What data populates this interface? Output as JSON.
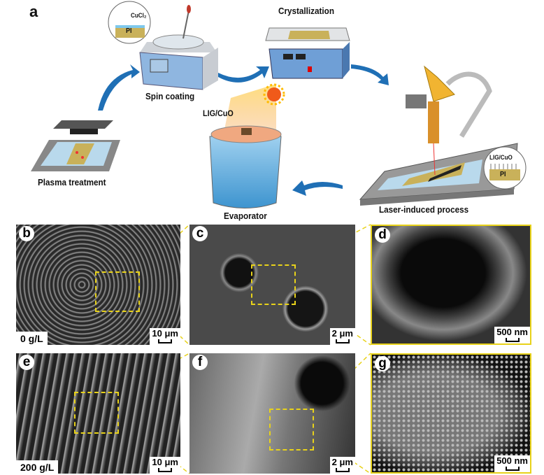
{
  "panel_a": {
    "letter": "a",
    "steps": {
      "plasma": "Plasma treatment",
      "spin": "Spin coating",
      "crystal": "Crystallization",
      "laser": "Laser-induced process",
      "evap": "Evaporator"
    },
    "inset_spin": {
      "top": "CuCl₂",
      "bottom": "PI"
    },
    "inset_laser": {
      "top": "LIG/CuO",
      "bottom": "PI"
    },
    "evap_label": "LIG/CuO"
  },
  "sem_panels": [
    {
      "letter": "b",
      "scale": "10 μm",
      "concentration": "0 g/L"
    },
    {
      "letter": "c",
      "scale": "2 μm"
    },
    {
      "letter": "d",
      "scale": "500 nm"
    },
    {
      "letter": "e",
      "scale": "10 μm",
      "concentration": "200 g/L"
    },
    {
      "letter": "f",
      "scale": "2 μm"
    },
    {
      "letter": "g",
      "scale": "500 nm"
    }
  ],
  "colors": {
    "arrow": "#1f6fb5",
    "highlight": "#e8d21a",
    "pi": "#c9b15a"
  }
}
